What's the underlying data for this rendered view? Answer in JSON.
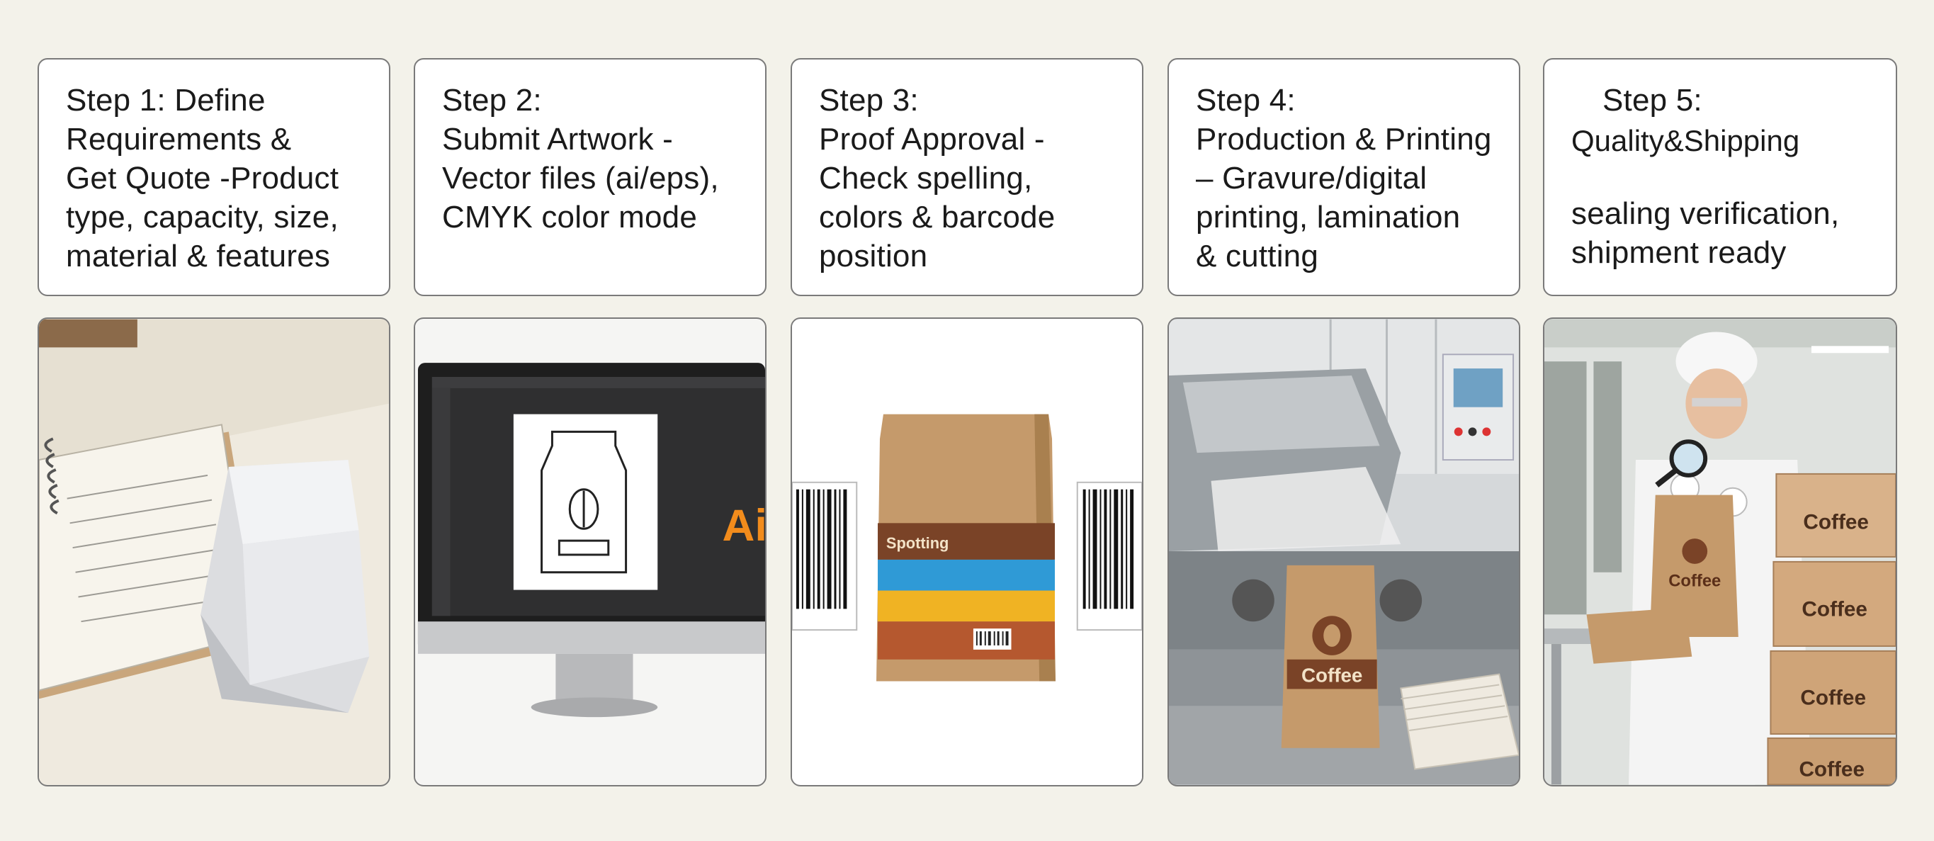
{
  "steps": [
    {
      "title": "Step 1: Define",
      "body": "Requirements &\nGet Quote -Product\ntype, capacity, size,\nmaterial & features"
    },
    {
      "title": "Step 2:",
      "body": "Submit Artwork -\nVector files (ai/eps),\nCMYK color mode"
    },
    {
      "title": "Step 3:",
      "body": "Proof Approval -\nCheck spelling,\ncolors & barcode\nposition"
    },
    {
      "title": "Step 4:",
      "body": "Production & Printing\n– Gravure/digital\nprinting, lamination\n& cutting"
    },
    {
      "title": "Step 5:",
      "subtitle": "Quality&Shipping",
      "body": "sealing verification,\nshipment ready"
    }
  ],
  "illustrations": {
    "step2_logo_text": "Ai",
    "step3_bag_label": "Spotting",
    "step4_bag_label": "Coffee",
    "step5_bag_label": "Coffee",
    "step5_box_labels": [
      "Coffee",
      "Coffee",
      "Coffee",
      "Coffee"
    ]
  },
  "colors": {
    "background": "#f3f2ea",
    "kraft": "#c59a6b",
    "bag_brown": "#7a4327",
    "stripe_blue": "#2f9ad6",
    "stripe_yellow": "#f0b323",
    "ai_orange": "#f28c1c"
  }
}
